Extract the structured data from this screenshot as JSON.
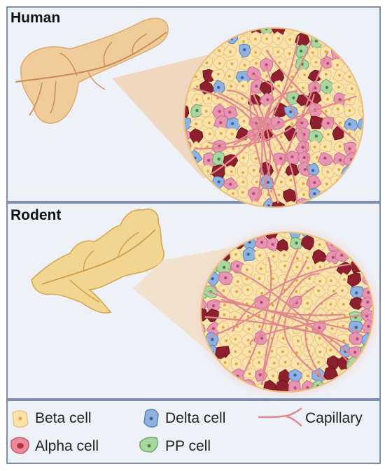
{
  "panels": [
    {
      "title": "Human"
    },
    {
      "title": "Rodent"
    }
  ],
  "legend": {
    "beta": "Beta cell",
    "delta": "Delta cell",
    "capillary": "Capillary",
    "alpha": "Alpha cell",
    "pp": "PP cell"
  },
  "colors": {
    "frame": "#7d8fb0",
    "panel_bg": "#eef1f7",
    "beta_fill": "#fbe3ad",
    "beta_edge": "#e8c27e",
    "beta_nucleus": "#e3a838",
    "alpha_fill": "#e895b4",
    "alpha_edge": "#c96b8f",
    "alpha_nucleus": "#b94a72",
    "alpha_dark": "#8e1f2e",
    "delta_fill": "#8fb2e0",
    "delta_edge": "#5a82bf",
    "delta_nucleus": "#3a66a8",
    "pp_fill": "#a9d6a1",
    "pp_edge": "#6aa864",
    "pp_nucleus": "#3f8a3c",
    "capillary": "#e0878f",
    "human_pancreas": "#f0cc9a",
    "rodent_pancreas": "#f3d592"
  }
}
